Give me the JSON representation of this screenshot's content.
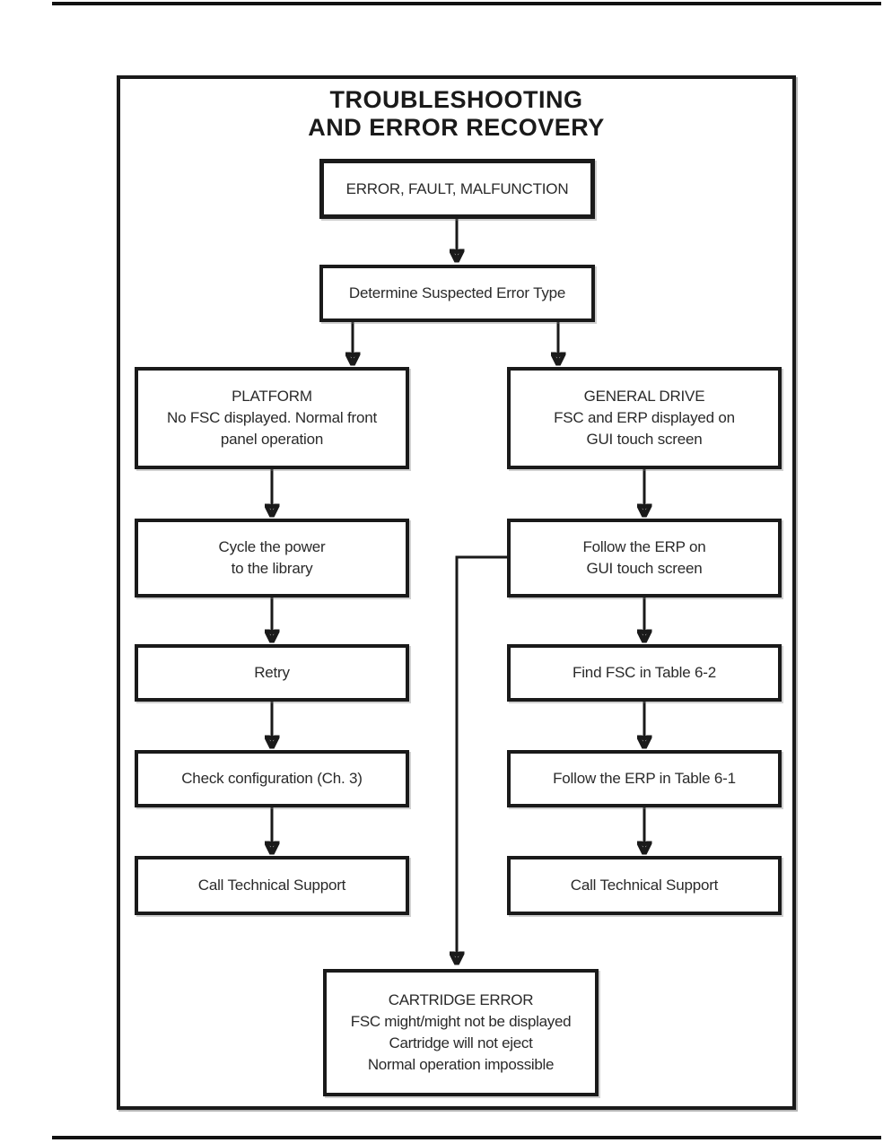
{
  "colors": {
    "ink": "#1a1a1a",
    "background": "#ffffff"
  },
  "flowchart": {
    "title": {
      "line1": "TROUBLESHOOTING",
      "line2": "AND ERROR RECOVERY"
    },
    "nodes": {
      "error": {
        "lines": [
          "ERROR, FAULT, MALFUNCTION"
        ]
      },
      "determine": {
        "lines": [
          "Determine Suspected Error Type"
        ]
      },
      "platform": {
        "lines": [
          "PLATFORM",
          "No FSC displayed. Normal front",
          "panel operation"
        ]
      },
      "general": {
        "lines": [
          "GENERAL DRIVE",
          "FSC and ERP displayed on",
          "GUI touch screen"
        ]
      },
      "cycle": {
        "lines": [
          "Cycle the power",
          "to the library"
        ]
      },
      "follow_gui": {
        "lines": [
          "Follow the ERP on",
          "GUI touch screen"
        ]
      },
      "retry": {
        "lines": [
          "Retry"
        ]
      },
      "find_fsc": {
        "lines": [
          "Find FSC in Table 6-2"
        ]
      },
      "check": {
        "lines": [
          "Check configuration (Ch. 3)"
        ]
      },
      "follow_table": {
        "lines": [
          "Follow the ERP in Table 6-1"
        ]
      },
      "call_left": {
        "lines": [
          "Call Technical Support"
        ]
      },
      "call_right": {
        "lines": [
          "Call Technical Support"
        ]
      },
      "cartridge": {
        "lines": [
          "CARTRIDGE ERROR",
          "FSC might/might not be displayed",
          "Cartridge will not eject",
          "Normal operation impossible"
        ]
      }
    }
  }
}
